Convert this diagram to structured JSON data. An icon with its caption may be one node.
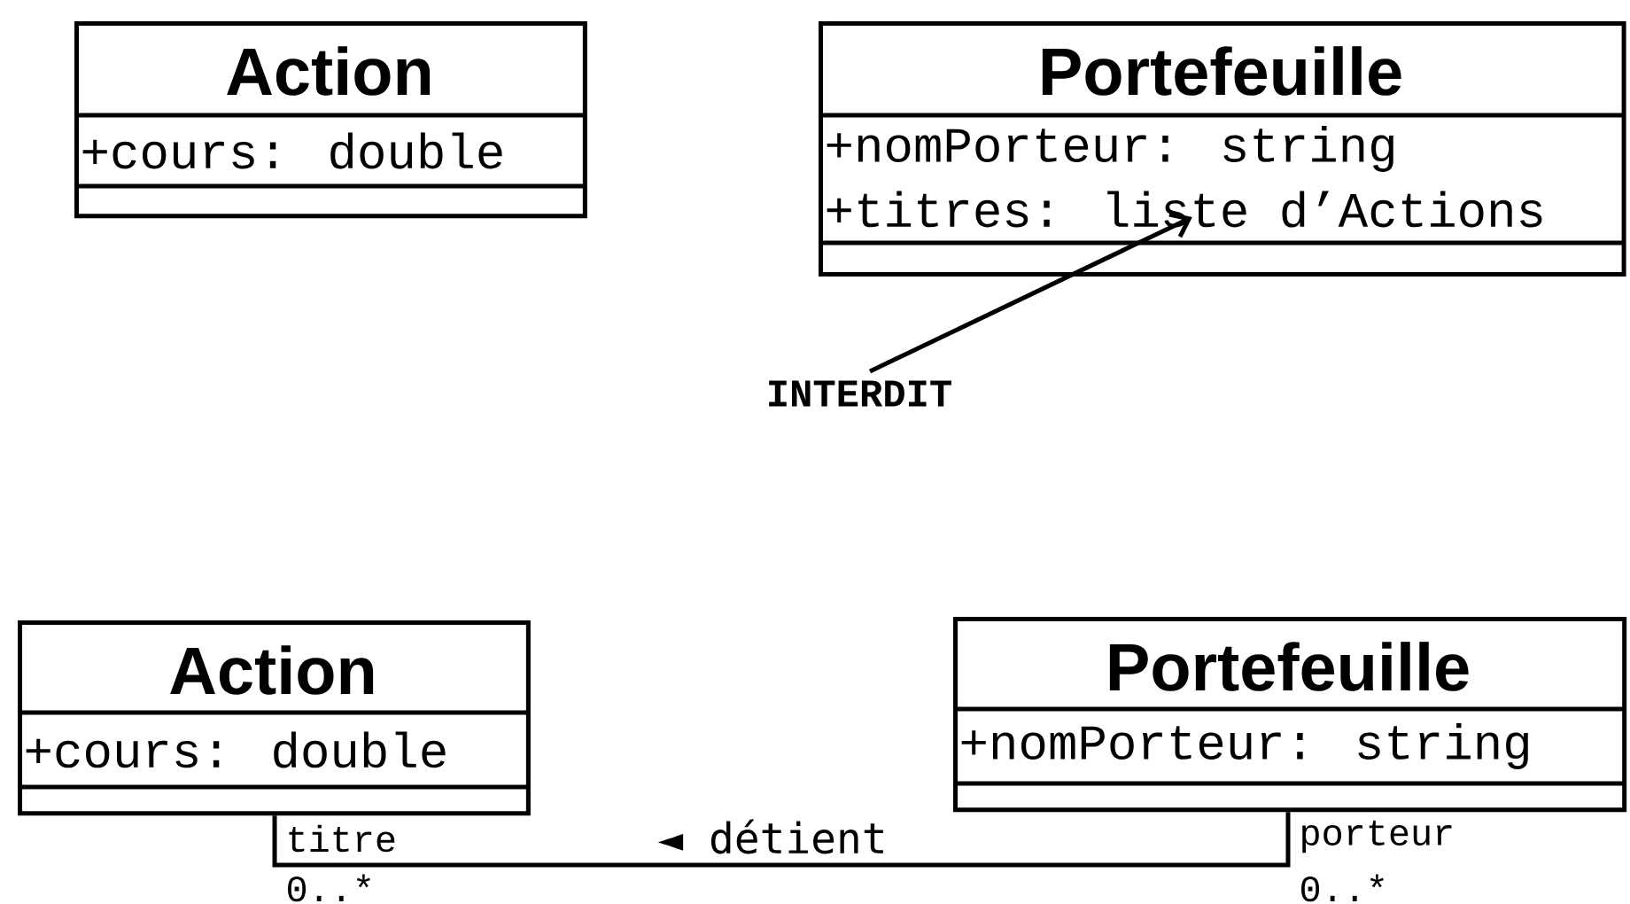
{
  "diagram": {
    "nodes": [
      {
        "text": [
          "Action",
          "+cours: double"
        ]
      },
      {
        "text": [
          "Portefeuille",
          "+nomPorteur: string"
        ]
      },
      {
        "text": [
          "INTERDIT"
        ]
      },
      {
        "text": [
          "+titres: liste d’Actions"
        ],
        "in": 1
      },
      {
        "text": [
          "Action",
          "+cours: double"
        ]
      },
      {
        "text": [
          "Portefeuille",
          "+nomPorteur: string"
        ]
      }
    ],
    "edges": [
      {
        "from": 2,
        "to": 3,
        "arrow": "to"
      },
      {
        "from": 4,
        "to": 5,
        "arrow": "none",
        "label": "◄ détient"
      }
    ],
    "labels": [
      "titre",
      "0..*",
      "porteur",
      "0..*"
    ]
  }
}
